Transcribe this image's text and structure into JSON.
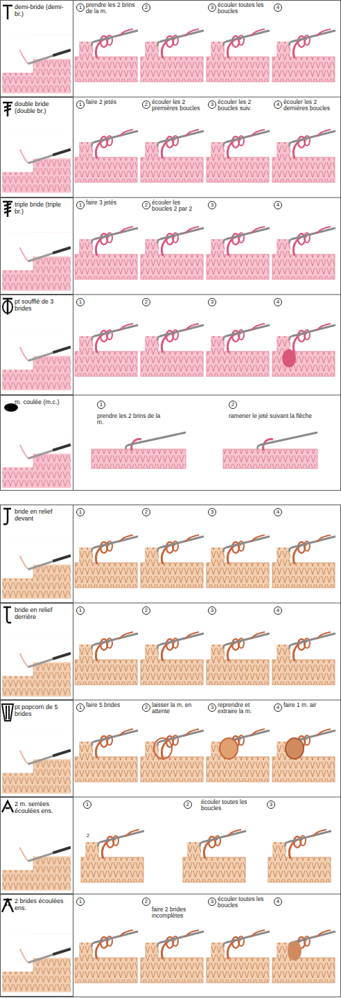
{
  "diagram": {
    "nodes": [
      {
        "text": [
          "demi-bride (demi-br.)"
        ]
      },
      {
        "text": [
          "double bride (double br.)"
        ]
      },
      {
        "text": [
          "triple bride (triple br.)"
        ]
      },
      {
        "text": [
          "pt soufflé de 3 brides"
        ]
      },
      {
        "text": [
          "m. coulée (m.c.)"
        ]
      },
      {
        "text": [
          "bride en relief devant"
        ]
      },
      {
        "text": [
          "bride en relief derrière"
        ]
      },
      {
        "text": [
          "pt popcorn de 5 brides"
        ]
      },
      {
        "text": [
          "2 m. serrées écoulées ens."
        ]
      },
      {
        "text": [
          "2 brides écoulées ens."
        ]
      }
    ],
    "labels": [
      "1",
      "prendre les 2 brins de la m.",
      "2",
      "3",
      "écouler toutes les boucles",
      "4",
      "1",
      "faire 2 jetés",
      "2",
      "écouler les 2 premières boucles",
      "3",
      "écouler les 2 boucles suiv.",
      "4",
      "écouler les 2 dernières boucles",
      "1",
      "faire 3 jetés",
      "2",
      "écouler les boucles 2 par 2",
      "3",
      "4",
      "1",
      "2",
      "3",
      "4",
      "1",
      "prendre les 2 brins de la m.",
      "2",
      "ramener le jeté suivant la flèche",
      "1",
      "2",
      "3",
      "4",
      "1",
      "2",
      "3",
      "4",
      "1",
      "faire 5 brides",
      "2",
      "laisser la m. en attente",
      "3",
      "reprendre et extraire la m.",
      "4",
      "faire 1 m. air",
      "1",
      "2",
      "2",
      "écouler toutes les boucles",
      "3",
      "1",
      "2",
      "faire 2 brides incomplètes",
      "3",
      "écouler toutes les boucles",
      "4"
    ]
  }
}
